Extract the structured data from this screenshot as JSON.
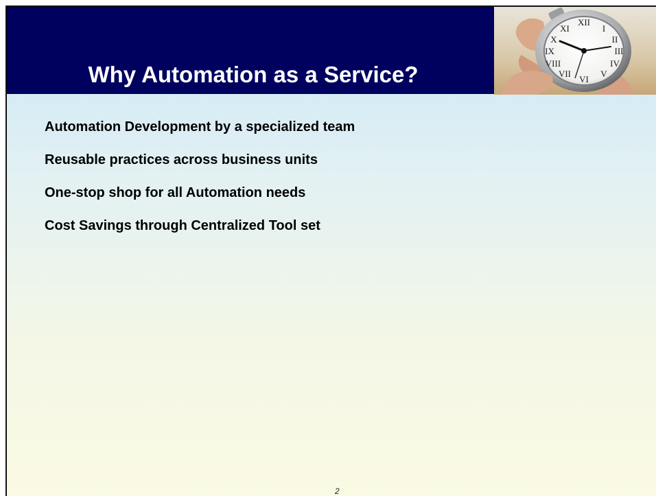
{
  "slide": {
    "title": "Why Automation as a Service?",
    "bullets": [
      "Automation Development by a specialized team",
      "Reusable practices across business units",
      "One-stop shop for all Automation needs",
      "Cost Savings through Centralized Tool set"
    ],
    "page_number": "2"
  },
  "colors": {
    "header_background": "#00005e",
    "title_text": "#ffffff",
    "body_text": "#000000"
  },
  "icons": {
    "header_image": "stopwatch-in-hand-icon"
  }
}
